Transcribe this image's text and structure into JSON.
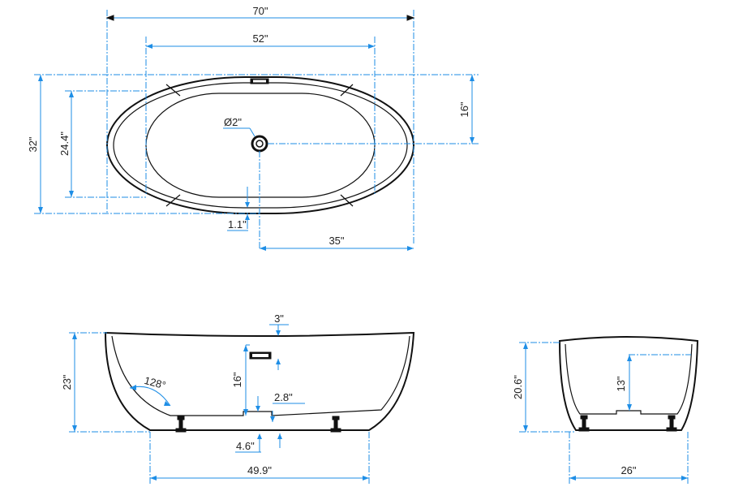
{
  "colors": {
    "dimension": "#1e8ee6",
    "outline": "#111111",
    "background": "#ffffff"
  },
  "top_view": {
    "overall_length": "70\"",
    "interior_length": "52\"",
    "overall_width": "32\"",
    "interior_width": "24.4\"",
    "drain_offset_width": "16\"",
    "drain_diameter": "Ø2\"",
    "rim_thickness": "1.1\"",
    "drain_offset_length": "35\""
  },
  "side_view": {
    "overflow_offset": "3\"",
    "height": "23\"",
    "overflow_height": "16\"",
    "backrest_angle": "128°",
    "drain_height": "2.8\"",
    "foot_height": "4.6\"",
    "base_length": "49.9\""
  },
  "end_view": {
    "height": "20.6\"",
    "water_depth": "13\"",
    "base_width": "26\""
  }
}
